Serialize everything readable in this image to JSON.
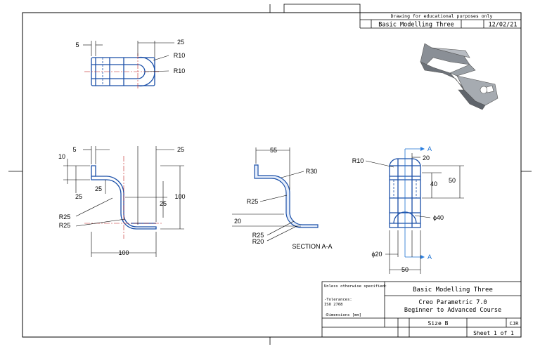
{
  "title_strip": {
    "note": "Drawing for educational purposes only",
    "drawing_title": "Basic Modelling Three",
    "date": "12/02/21"
  },
  "top_view": {
    "dims": [
      "5",
      "25",
      "R10",
      "R10"
    ]
  },
  "front_view": {
    "dims": [
      "5",
      "25",
      "10",
      "25",
      "25",
      "100",
      "25",
      "R25",
      "R25",
      "100"
    ]
  },
  "section_view": {
    "dims": [
      "55",
      "R30",
      "R25",
      "20",
      "R25",
      "R20"
    ],
    "caption": "SECTION A-A"
  },
  "side_view": {
    "dims": [
      "R10",
      "20",
      "40",
      "50",
      "ϕ40",
      "ϕ20",
      "50"
    ],
    "cut_labels": [
      "A",
      "A"
    ]
  },
  "title_block": {
    "general_notes": [
      "Unless otherwise specified:",
      "-Tolerances:",
      "ISO 2768",
      "-Dimensions [mm]"
    ],
    "title": "Basic Modelling Three",
    "course_line1": "Creo Parametric 7.0",
    "course_line2": "Beginner to Advanced Course",
    "size": "Size B",
    "rev": "CJR",
    "sheet": "Sheet 1 of 1"
  },
  "colors": {
    "part_lines": "#1a4fa8",
    "centerline": "#c02020",
    "section_arrow": "#1a6fd0"
  }
}
